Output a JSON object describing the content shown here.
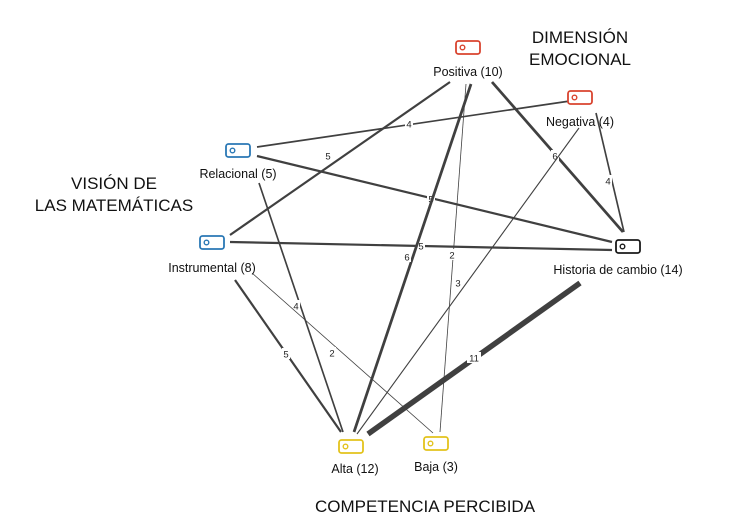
{
  "groups": {
    "emotional_line1": "DIMENSIÓN",
    "emotional_line2": "EMOCIONAL",
    "vision_line1": "VISIÓN DE",
    "vision_line2": "LAS MATEMÁTICAS",
    "competence": "COMPETENCIA PERCIBIDA"
  },
  "nodes": [
    {
      "id": "positiva",
      "label": "Positiva (10)",
      "color": "#d9442f",
      "icon": "tag-icon"
    },
    {
      "id": "negativa",
      "label": "Negativa (4)",
      "color": "#d9442f",
      "icon": "tag-icon"
    },
    {
      "id": "relacional",
      "label": "Relacional (5)",
      "color": "#2a78b5",
      "icon": "tag-icon"
    },
    {
      "id": "instrumental",
      "label": "Instrumental (8)",
      "color": "#2a78b5",
      "icon": "tag-icon"
    },
    {
      "id": "historia",
      "label": "Historia de cambio (14)",
      "color": "#1a1a1a",
      "icon": "tag-icon"
    },
    {
      "id": "alta",
      "label": "Alta (12)",
      "color": "#e3c31c",
      "icon": "tag-icon"
    },
    {
      "id": "baja",
      "label": "Baja (3)",
      "color": "#e3c31c",
      "icon": "tag-icon"
    }
  ],
  "edges": [
    {
      "from": "relacional",
      "to": "negativa",
      "weight": 4,
      "label": "4"
    },
    {
      "from": "instrumental",
      "to": "positiva",
      "weight": 5,
      "label": "5"
    },
    {
      "from": "relacional",
      "to": "historia",
      "weight": 5,
      "label": "5"
    },
    {
      "from": "instrumental",
      "to": "historia",
      "weight": 5,
      "label": "5"
    },
    {
      "from": "positiva",
      "to": "historia",
      "weight": 6,
      "label": "6"
    },
    {
      "from": "negativa",
      "to": "historia",
      "weight": 4,
      "label": "4"
    },
    {
      "from": "positiva",
      "to": "alta",
      "weight": 6,
      "label": "6"
    },
    {
      "from": "positiva",
      "to": "baja",
      "weight": 2,
      "label": "2"
    },
    {
      "from": "negativa",
      "to": "alta",
      "weight": 3,
      "label": "3"
    },
    {
      "from": "relacional",
      "to": "alta",
      "weight": 4,
      "label": "4"
    },
    {
      "from": "instrumental",
      "to": "alta",
      "weight": 5,
      "label": "5"
    },
    {
      "from": "instrumental",
      "to": "baja",
      "weight": 2,
      "label": "2"
    },
    {
      "from": "historia",
      "to": "alta",
      "weight": 11,
      "label": "11"
    }
  ]
}
